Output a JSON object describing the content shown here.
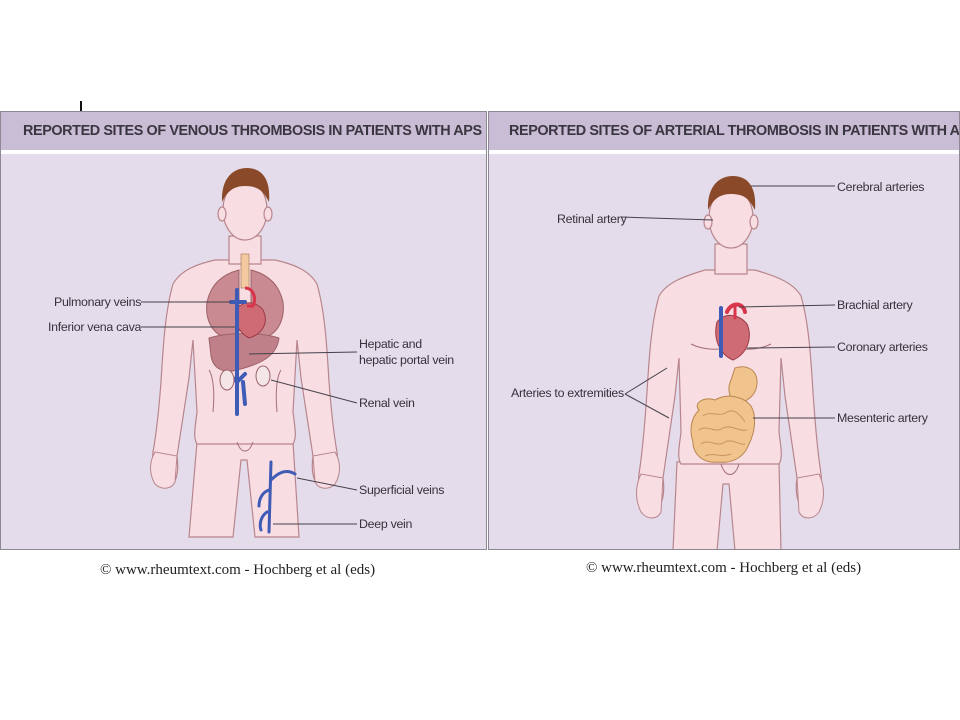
{
  "left_panel": {
    "title": "REPORTED SITES OF VENOUS THROMBOSIS IN PATIENTS WITH APS",
    "labels": {
      "pulmonary_veins": "Pulmonary veins",
      "inferior_vena_cava": "Inferior vena cava",
      "hepatic_line1": "Hepatic and",
      "hepatic_line2": "hepatic portal vein",
      "renal_vein": "Renal vein",
      "superficial_veins": "Superficial veins",
      "deep_vein": "Deep vein"
    }
  },
  "right_panel": {
    "title": "REPORTED SITES OF ARTERIAL THROMBOSIS IN PATIENTS WITH APS",
    "labels": {
      "cerebral_arteries": "Cerebral arteries",
      "retinal_artery": "Retinal artery",
      "brachial_artery": "Brachial artery",
      "coronary_arteries": "Coronary arteries",
      "arteries_to_extremities": "Arteries to extremities",
      "mesenteric_artery": "Mesenteric artery"
    }
  },
  "credits": {
    "left": "© www.rheumtext.com - Hochberg et al (eds)",
    "right": "© www.rheumtext.com - Hochberg et al (eds)"
  },
  "colors": {
    "panel_bg": "#e5dceb",
    "header_bg": "#c9bdd6",
    "skin": "#f8dde2",
    "skin_outline": "#b7868c",
    "hair": "#8a4a2a",
    "vein_blue": "#3e5bb5",
    "artery_red": "#d8344a",
    "organ": "#c98a92",
    "intestine": "#f1c38d"
  }
}
